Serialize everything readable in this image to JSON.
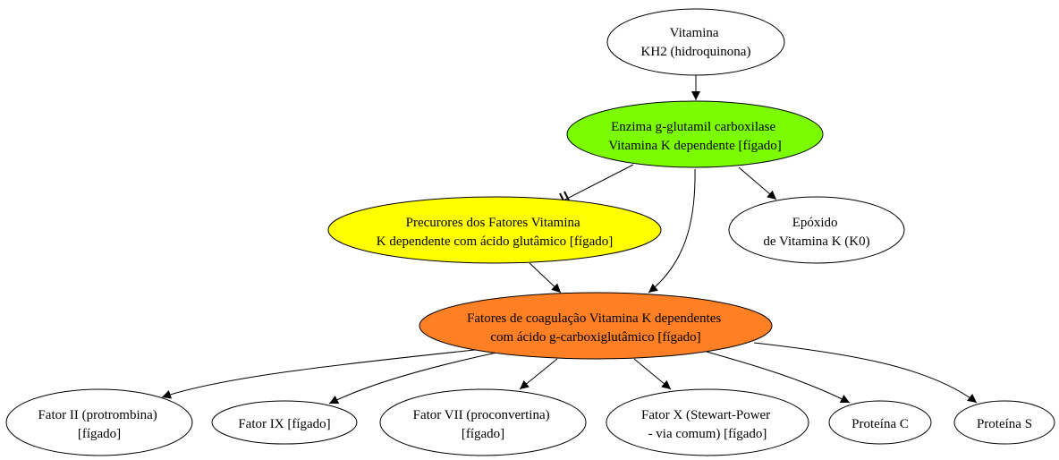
{
  "colors": {
    "enzyme": "#7cfc00",
    "precursors": "#ffff00",
    "factors": "#ff7f24",
    "default": "#ffffff",
    "stroke": "#000000"
  },
  "nodes": {
    "vitamina": {
      "lines": [
        "Vitamina",
        "KH2 (hidroquinona)"
      ]
    },
    "enzima": {
      "lines": [
        "Enzima g-glutamil carboxilase",
        "Vitamina K dependente [fígado]"
      ]
    },
    "precursores": {
      "lines": [
        "Precurores dos Fatores Vitamina",
        "K dependente com ácido glutâmico [fígado]"
      ]
    },
    "epoxido": {
      "lines": [
        "Epóxido",
        "de Vitamina K (K0)"
      ]
    },
    "fatores": {
      "lines": [
        "Fatores de coagulação Vitamina K dependentes",
        "com ácido g-carboxiglutâmico [fígado]"
      ]
    },
    "fator2": {
      "lines": [
        "Fator II (protrombina)",
        "[fígado]"
      ]
    },
    "fator9": {
      "lines": [
        "Fator IX [fígado]"
      ]
    },
    "fator7": {
      "lines": [
        "Fator VII (proconvertina)",
        "[fígado]"
      ]
    },
    "fator10": {
      "lines": [
        "Fator X (Stewart-Power",
        "- via comum) [fígado]"
      ]
    },
    "proteinaC": {
      "lines": [
        "Proteína C"
      ]
    },
    "proteinaS": {
      "lines": [
        "Proteína S"
      ]
    }
  }
}
